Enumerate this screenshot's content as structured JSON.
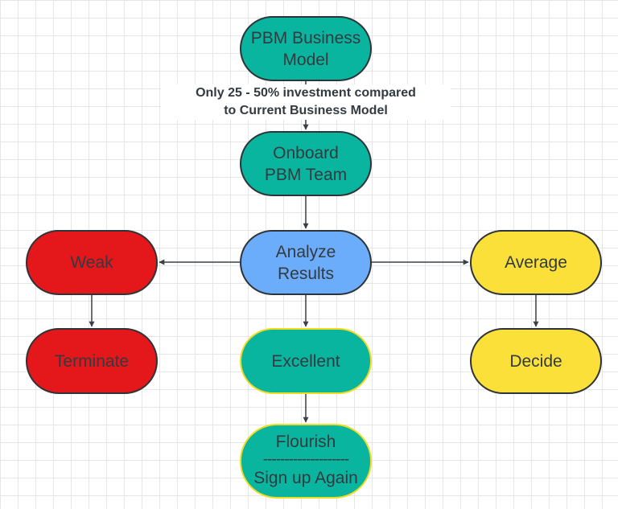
{
  "diagram": {
    "nodes": {
      "pbm_model": "PBM Business\nModel",
      "onboard": "Onboard\nPBM Team",
      "analyze": "Analyze\nResults",
      "weak": "Weak",
      "average": "Average",
      "terminate": "Terminate",
      "excellent": "Excellent",
      "decide": "Decide",
      "flourish": {
        "line1": "Flourish",
        "separator": "--------------------",
        "line2": "Sign up Again"
      }
    },
    "edge_label": "Only 25 - 50% investment compared\nto Current Business Model",
    "colors": {
      "teal": "#0ab59f",
      "blue": "#6cadfb",
      "red": "#e4171b",
      "yellow": "#fbe03a",
      "border": "#2e3338",
      "highlight_border": "#f2dc1f"
    }
  }
}
